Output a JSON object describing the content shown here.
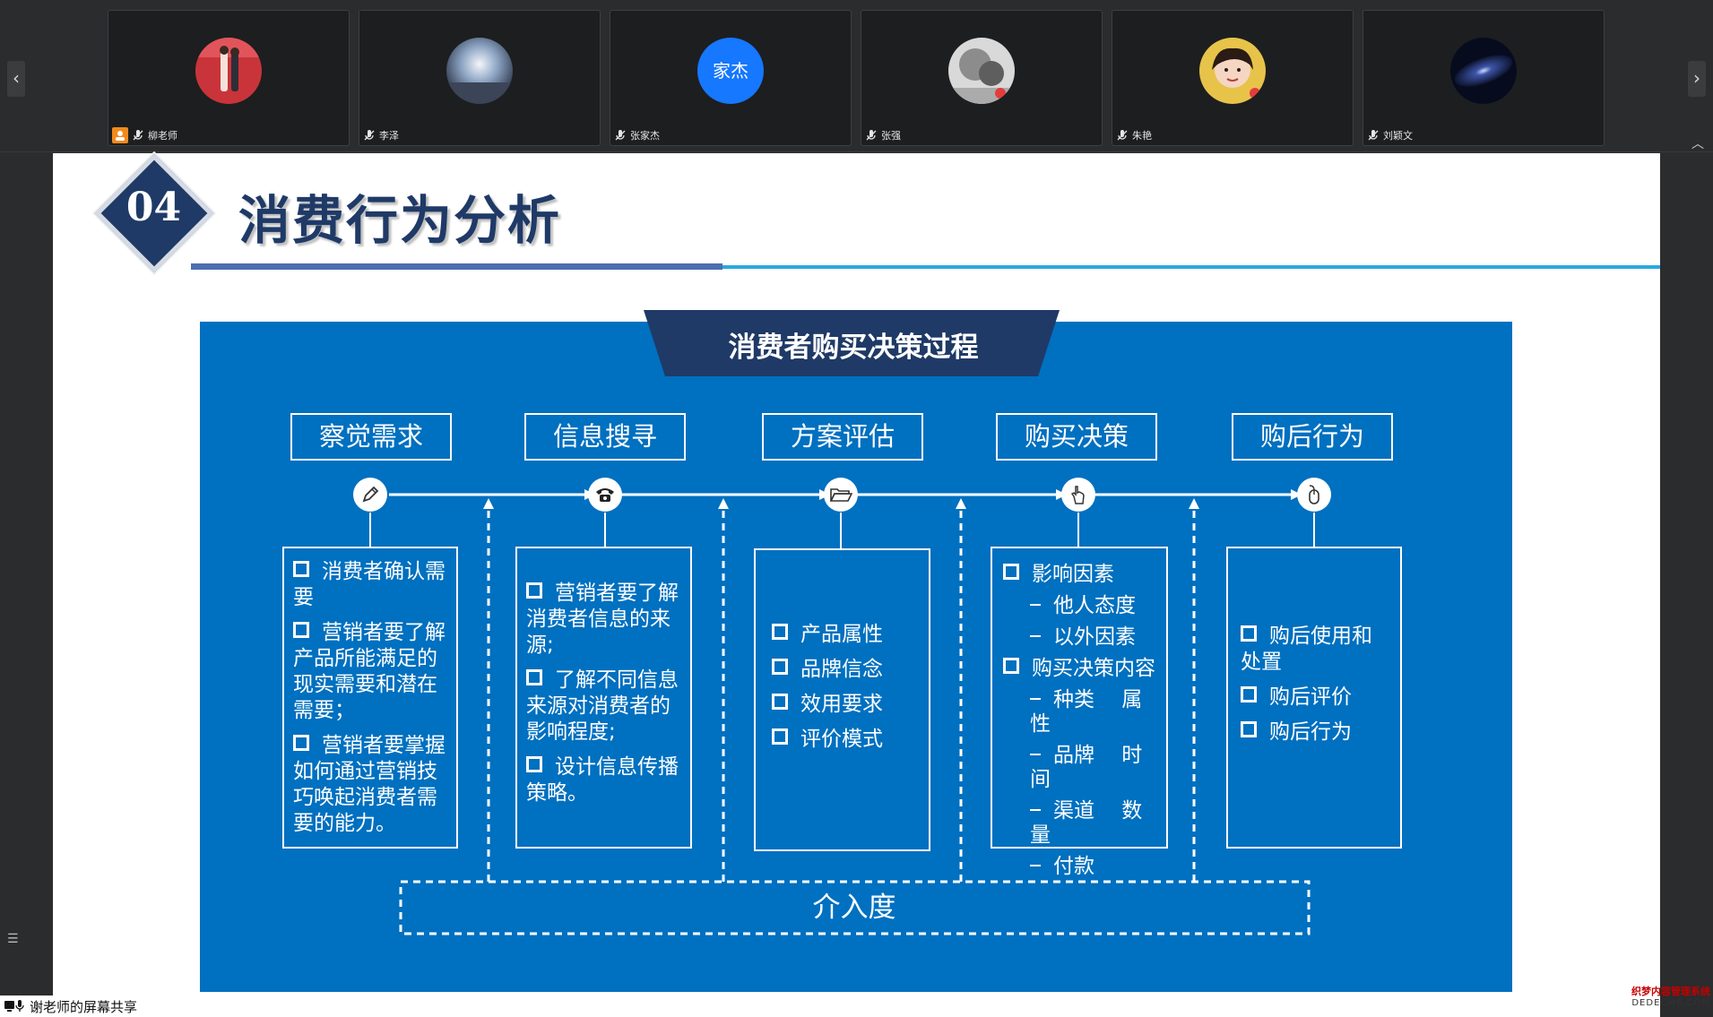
{
  "participants": [
    {
      "name": "柳老师",
      "avatar": "photo",
      "host": true
    },
    {
      "name": "李泽",
      "avatar": "photo"
    },
    {
      "name": "张家杰",
      "avatar": "text",
      "avatar_text": "家杰"
    },
    {
      "name": "张强",
      "avatar": "photo"
    },
    {
      "name": "朱艳",
      "avatar": "photo"
    },
    {
      "name": "刘颖文",
      "avatar": "photo"
    }
  ],
  "slide": {
    "number": "04",
    "title": "消费行为分析",
    "panel_title": "消费者购买决策过程",
    "stages": [
      "察觉需求",
      "信息搜寻",
      "方案评估",
      "购买决策",
      "购后行为"
    ],
    "stage_icons": [
      "pencil-icon",
      "telephone-icon",
      "folder-icon",
      "hand-icon",
      "mouse-icon"
    ],
    "cards": [
      {
        "items": [
          {
            "type": "check",
            "text": "消费者确认需要"
          },
          {
            "type": "check",
            "text": "营销者要了解产品所能满足的现实需要和潜在需要；"
          },
          {
            "type": "check",
            "text": "营销者要掌握如何通过营销技巧唤起消费者需要的能力。"
          }
        ]
      },
      {
        "items": [
          {
            "type": "check",
            "text": "营销者要了解消费者信息的来源;"
          },
          {
            "type": "check",
            "text": "了解不同信息来源对消费者的影响程度;"
          },
          {
            "type": "check",
            "text": "设计信息传播策略。"
          }
        ]
      },
      {
        "items": [
          {
            "type": "check",
            "text": "产品属性"
          },
          {
            "type": "check",
            "text": "品牌信念"
          },
          {
            "type": "check",
            "text": "效用要求"
          },
          {
            "type": "check",
            "text": "评价模式"
          }
        ]
      },
      {
        "items": [
          {
            "type": "check",
            "text": "影响因素"
          },
          {
            "type": "dash",
            "text": "他人态度"
          },
          {
            "type": "dash",
            "text": "以外因素"
          },
          {
            "type": "check",
            "text": "购买决策内容"
          },
          {
            "type": "dash",
            "text": "种类　 属性"
          },
          {
            "type": "dash",
            "text": "品牌　 时间"
          },
          {
            "type": "dash",
            "text": "渠道　 数量"
          },
          {
            "type": "dash",
            "text": "付款"
          }
        ]
      },
      {
        "items": [
          {
            "type": "check",
            "text": "购后使用和处置"
          },
          {
            "type": "check",
            "text": "购后评价"
          },
          {
            "type": "check",
            "text": "购后行为"
          }
        ]
      }
    ],
    "involvement": "介入度"
  },
  "share_label": "谢老师的屏幕共享",
  "watermark": {
    "line1": "织梦内容管理系统",
    "line2": "DEDECMS.COM"
  },
  "colors": {
    "panel": "#0070c0",
    "title_navy": "#1f3a67",
    "rule_dark": "#4c6faf",
    "rule_light": "#29a8e0",
    "host_badge": "#f28a1c"
  }
}
